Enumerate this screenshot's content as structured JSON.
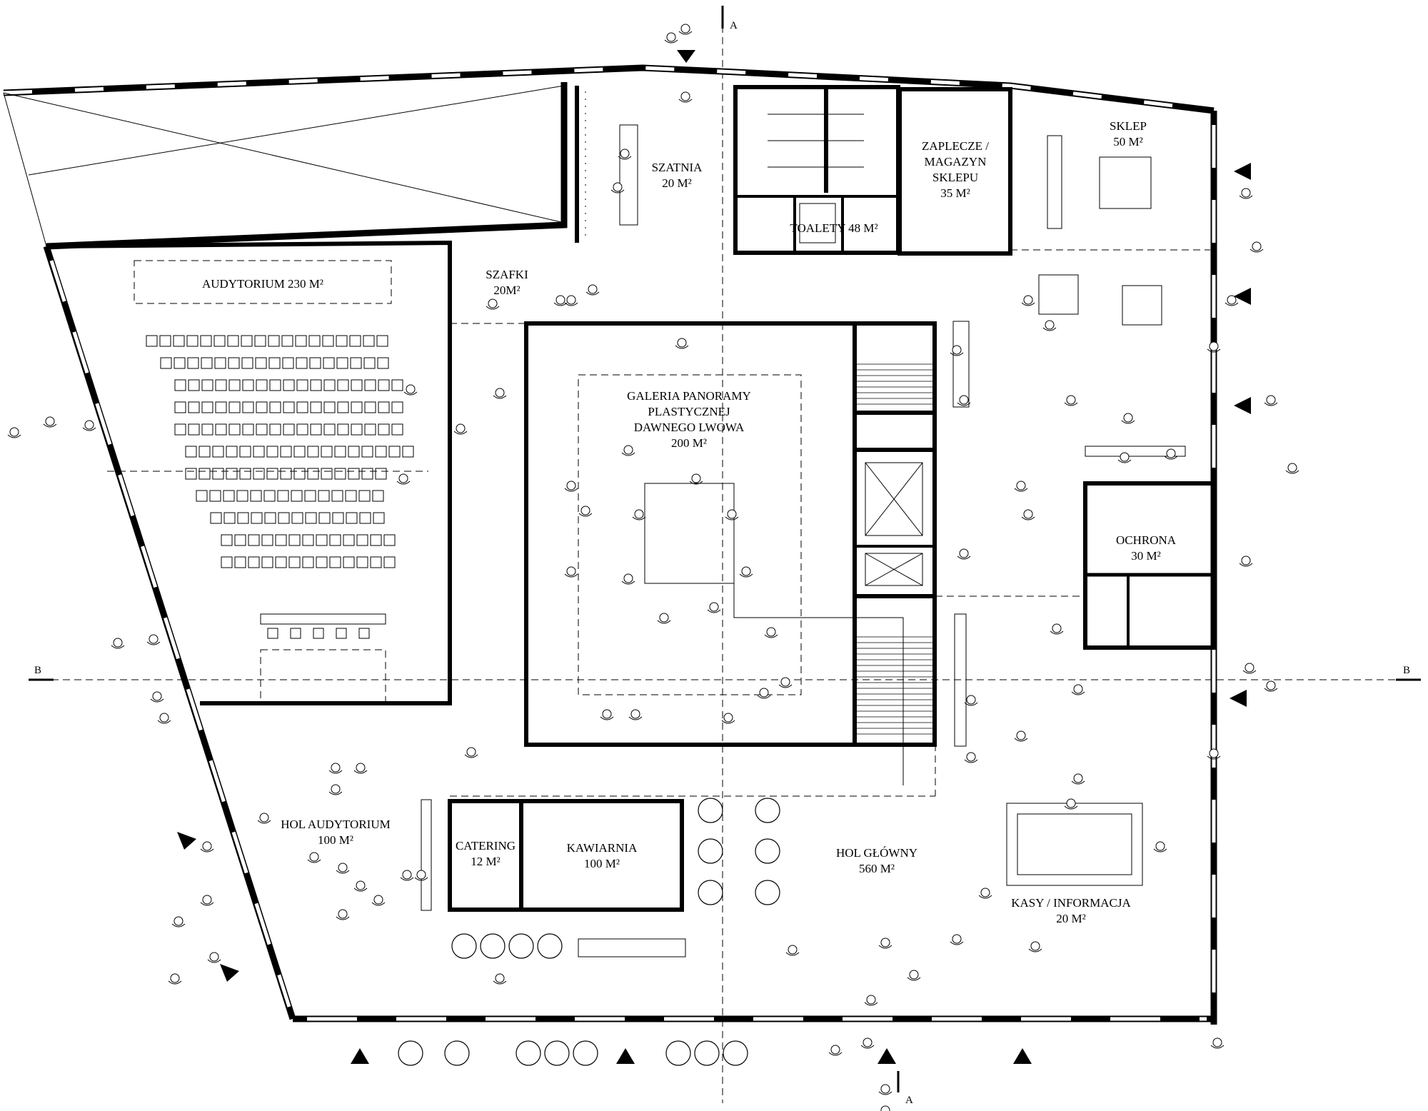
{
  "rooms": {
    "auditorium": {
      "name": "AUDYTORIUM 230 M²"
    },
    "cloakroom": {
      "name": "SZATNIA",
      "area": "20 M²"
    },
    "toilets": {
      "name": "TOALETY 48 M²"
    },
    "storage": {
      "line1": "ZAPLECZE /",
      "line2": "MAGAZYN",
      "line3": "SKLEPU",
      "area": "35 M²"
    },
    "shop": {
      "name": "SKLEP",
      "area": "50 M²"
    },
    "lockers": {
      "name": "SZAFKI",
      "area": "20M²"
    },
    "gallery": {
      "line1": "GALERIA   PANORAMY",
      "line2": "PLASTYCZNEJ",
      "line3": "DAWNEGO LWOWA",
      "area": "200 M²"
    },
    "security": {
      "name": "OCHRONA",
      "area": "30 M²"
    },
    "auditorium_hall": {
      "name": "HOL AUDYTORIUM",
      "area": "100 M²"
    },
    "catering": {
      "name": "CATERING",
      "area": "12 M²"
    },
    "cafe": {
      "name": "KAWIARNIA",
      "area": "100 M²"
    },
    "main_hall": {
      "name": "HOL GŁÓWNY",
      "area": "560 M²"
    },
    "tickets": {
      "name": "KASY / INFORMACJA",
      "area": "20 M²"
    }
  },
  "sections": {
    "a_top": "A",
    "a_bottom": "A",
    "b_left": "B",
    "b_right": "B"
  },
  "colors": {
    "ink": "#000000",
    "paper": "#ffffff"
  }
}
